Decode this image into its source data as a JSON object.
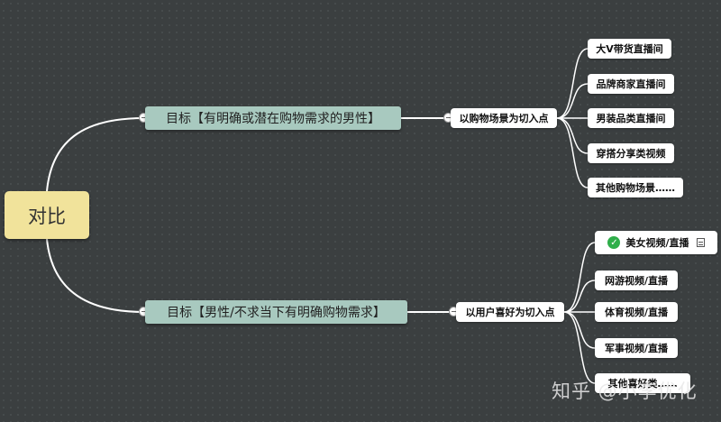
{
  "root": {
    "label": "对比"
  },
  "branch_a": {
    "label": "目标【有明确或潜在购物需求的男性】",
    "sub": "以购物场景为切入点",
    "leaves": [
      "大V带货直播间",
      "品牌商家直播间",
      "男装品类直播间",
      "穿搭分享类视频",
      "其他购物场景……"
    ]
  },
  "branch_b": {
    "label": "目标【男性/不求当下有明确购物需求】",
    "sub": "以用户喜好为切入点",
    "leaves": [
      "美女视频/直播",
      "网游视频/直播",
      "体育视频/直播",
      "军事视频/直播",
      "其他喜好类……"
    ]
  },
  "watermark": "知乎 @小李优化",
  "colors": {
    "background": "#3b3f40",
    "root": "#f1e39b",
    "main": "#a8c9bf",
    "leaf": "#ffffff",
    "line": "#ffffff",
    "check": "#2fae4a"
  }
}
